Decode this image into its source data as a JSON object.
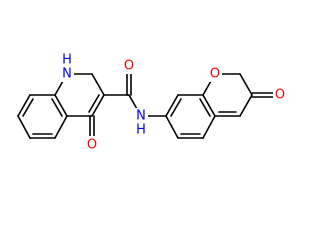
{
  "atoms": {
    "o_quinolone": {
      "symbol": "O",
      "color": "#ff0000"
    },
    "nh_ring": {
      "symbol": "H",
      "color": "#0000ff"
    },
    "n_ring": {
      "symbol": "N",
      "color": "#0000ff"
    },
    "o_amide": {
      "symbol": "O",
      "color": "#ff0000"
    },
    "n_amide": {
      "symbol": "N",
      "color": "#0000ff"
    },
    "h_amide": {
      "symbol": "H",
      "color": "#0000ff"
    },
    "o_ring": {
      "symbol": "O",
      "color": "#ff0000"
    },
    "o_lactone": {
      "symbol": "O",
      "color": "#ff0000"
    }
  }
}
